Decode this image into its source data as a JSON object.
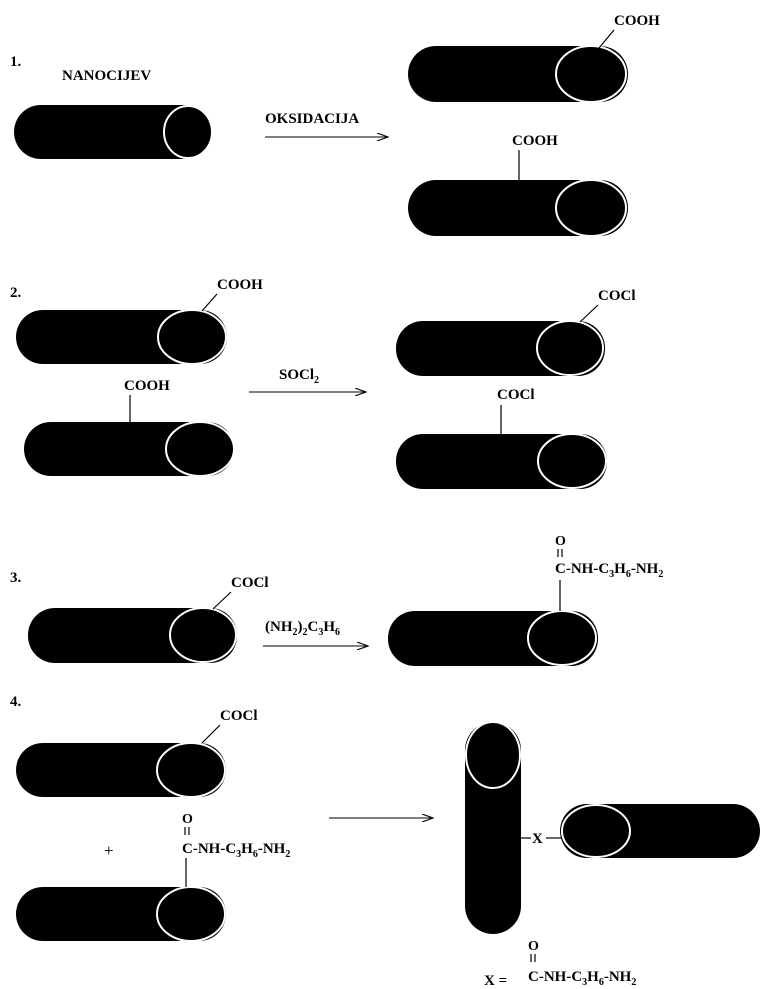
{
  "steps": [
    {
      "number": "1.",
      "start_label": "NANOCIJEV",
      "reagent": "OKSIDACIJA",
      "product_top_group": "COOH",
      "product_bottom_group": "COOH"
    },
    {
      "number": "2.",
      "reactant_top_group": "COOH",
      "reactant_bottom_group": "COOH",
      "reagent": {
        "main": "SOCl",
        "sub": "2"
      },
      "product_top_group": "COCl",
      "product_bottom_group": "COCl"
    },
    {
      "number": "3.",
      "reactant_group": "COCl",
      "reagent": {
        "p1": "(NH",
        "s1": "2",
        "p2": ")",
        "s2": "2",
        "p3": "C",
        "s3": "3",
        "p4": "H",
        "s4": "6"
      },
      "product_oxygen": "O",
      "product_group": {
        "p1": "C-NH-C",
        "s1": "3",
        "p2": "H",
        "s2": "6",
        "p3": "-NH",
        "s3": "2"
      }
    },
    {
      "number": "4.",
      "reactant_top_group": "COCl",
      "plus": "+",
      "reactant_bottom_oxygen": "O",
      "reactant_bottom_group": {
        "p1": "C-NH-C",
        "s1": "3",
        "p2": "H",
        "s2": "6",
        "p3": "-NH",
        "s3": "2"
      },
      "linker_label": "X",
      "definition": {
        "lhs": "X =",
        "oxygen": "O",
        "group": {
          "p1": "C-NH-C",
          "s1": "3",
          "p2": "H",
          "s2": "6",
          "p3": "-NH",
          "s3": "2"
        }
      }
    }
  ],
  "colors": {
    "tube": "#000000",
    "cap_outline": "#ffffff",
    "background": "#ffffff"
  }
}
